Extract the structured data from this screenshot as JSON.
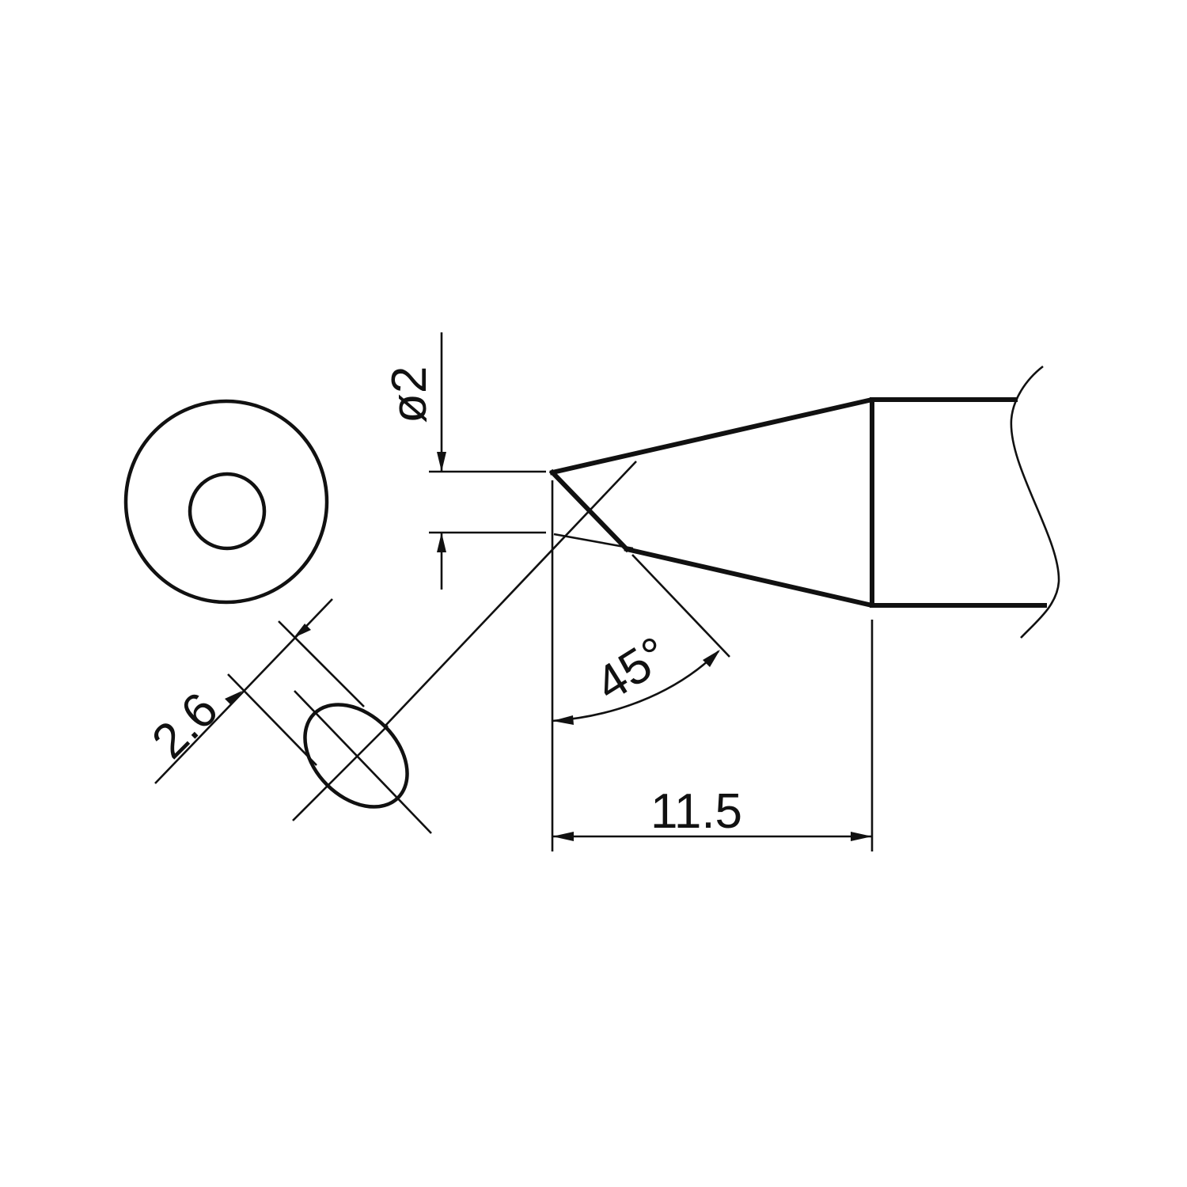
{
  "diagram": {
    "type": "technical-drawing",
    "subject": "conical/bevel soldering tip",
    "colors": {
      "line": "#111111",
      "background": "#ffffff"
    }
  },
  "dimensions": {
    "tip_diameter": {
      "label": "ø2",
      "value": 2,
      "unit": "mm"
    },
    "bevel_face_width": {
      "label": "2.6",
      "value": 2.6,
      "unit": "mm"
    },
    "bevel_angle": {
      "label": "45°",
      "value": 45,
      "unit": "deg"
    },
    "taper_length": {
      "label": "11.5",
      "value": 11.5,
      "unit": "mm"
    }
  },
  "views": [
    {
      "name": "end-view",
      "description": "concentric circles"
    },
    {
      "name": "side-view",
      "description": "tapered tip with beveled end"
    },
    {
      "name": "bevel-face-detail",
      "description": "elliptical cut face"
    }
  ]
}
